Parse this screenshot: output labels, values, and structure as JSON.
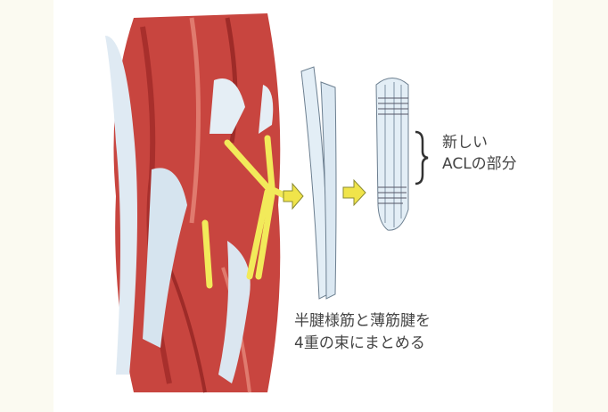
{
  "labels": {
    "new_acl_line1": "新しい",
    "new_acl_line2": "ACLの部分",
    "caption_line1": "半腱様筋と薄筋腱を",
    "caption_line2": "4重の束にまとめる"
  },
  "colors": {
    "muscle": "#c8453f",
    "tendon": "#dfeaf3",
    "harvested_tendon": "#f2ea5a",
    "arrow": "#f0e44a"
  }
}
